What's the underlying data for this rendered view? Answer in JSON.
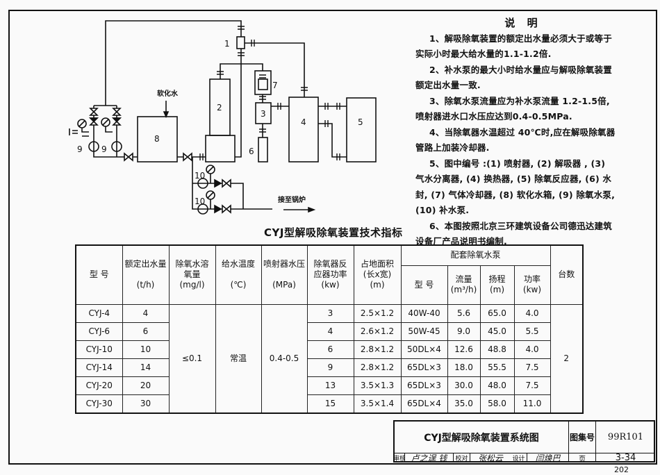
{
  "diagram": {
    "labels": {
      "c1": "1",
      "c2": "2",
      "c3": "3",
      "c4": "4",
      "c5": "5",
      "c6": "6",
      "c7": "7",
      "c8": "8",
      "c9a": "9",
      "c9b": "9",
      "c10a": "10",
      "c10b": "10"
    },
    "soft_water": "软化水",
    "to_boiler": "接至锅炉",
    "title": "CYJ型解吸除氧装置技术指标"
  },
  "notes": {
    "title": "说 明",
    "items": [
      "1、解吸除氧装置的额定出水量必须大于或等于实际小时最大给水量的1.1-1.2倍.",
      "2、补水泵的最大小时给水量应与解吸除氧装置额定出水量一致.",
      "3、除氧水泵流量应为补水泵流量 1.2-1.5倍,喷射器进水口水压应达到0.4-0.5MPa.",
      "4、当除氧器水温超过 40℃时,应在解吸除氧器管路上加装冷却器.",
      "5、图中编号 :(1) 喷射器, (2) 解吸器 , (3) 气水分离器, (4) 换热器, (5) 除氧反应器, (6) 水封, (7) 气体冷却器, (8) 软化水箱, (9) 除氧水泵, (10) 补水泵.",
      "6、本图按照北京三环建筑设备公司德迅达建筑设备厂产品说明书编制."
    ]
  },
  "table": {
    "headers": {
      "model": "型 号",
      "rated_output": "额定出水量",
      "rated_output_unit": "(t/h)",
      "dissolved_oxygen": "除氧水溶氧量",
      "dissolved_oxygen_unit": "(mg/l)",
      "feed_temp": "给水温度",
      "feed_temp_unit": "(℃)",
      "ejector_pressure": "喷射器水压",
      "ejector_pressure_unit": "(MPa)",
      "reactor_power": "除氧器反应器功率",
      "reactor_power_unit": "(kw)",
      "floor_area": "占地面积",
      "floor_area_sub": "(长x宽)",
      "floor_area_unit": "(m)",
      "pump_group": "配套除氧水泵",
      "pump_model": "型 号",
      "flow": "流量",
      "flow_unit": "(m³/h)",
      "head": "扬程",
      "head_unit": "(m)",
      "power": "功率",
      "power_unit": "(kw)",
      "count": "台数"
    },
    "shared": {
      "dissolved_oxygen": "≤0.1",
      "feed_temp": "常温",
      "ejector_pressure": "0.4-0.5",
      "count": "2"
    },
    "rows": [
      {
        "model": "CYJ-4",
        "rated_output": "4",
        "reactor_power": "3",
        "floor_area": "2.5×1.2",
        "pump_model": "40W-40",
        "flow": "5.6",
        "head": "65.0",
        "power": "4.0"
      },
      {
        "model": "CYJ-6",
        "rated_output": "6",
        "reactor_power": "4",
        "floor_area": "2.6×1.2",
        "pump_model": "50W-45",
        "flow": "9.0",
        "head": "45.0",
        "power": "5.5"
      },
      {
        "model": "CYJ-10",
        "rated_output": "10",
        "reactor_power": "6",
        "floor_area": "2.8×1.2",
        "pump_model": "50DL×4",
        "flow": "12.6",
        "head": "48.8",
        "power": "4.0"
      },
      {
        "model": "CYJ-14",
        "rated_output": "14",
        "reactor_power": "9",
        "floor_area": "2.8×1.2",
        "pump_model": "65DL×3",
        "flow": "18.0",
        "head": "55.5",
        "power": "7.5"
      },
      {
        "model": "CYJ-20",
        "rated_output": "20",
        "reactor_power": "13",
        "floor_area": "3.5×1.3",
        "pump_model": "65DL×3",
        "flow": "30.0",
        "head": "48.0",
        "power": "7.5"
      },
      {
        "model": "CYJ-30",
        "rated_output": "30",
        "reactor_power": "15",
        "floor_area": "3.5×1.4",
        "pump_model": "65DL×4",
        "flow": "35.0",
        "head": "58.0",
        "power": "11.0"
      }
    ]
  },
  "title_block": {
    "drawing_title": "CYJ型解吸除氧装置系统图",
    "atlas_no_label": "图集号",
    "atlas_no": "99R101",
    "review_label": "审核",
    "review_sig": "卢之逞 钱",
    "check_label": "校对",
    "check_sig": "张松云",
    "design_label": "设计",
    "design_sig": "闫焕巴",
    "page_label": "页",
    "page": "3-34"
  },
  "page_number": "202"
}
